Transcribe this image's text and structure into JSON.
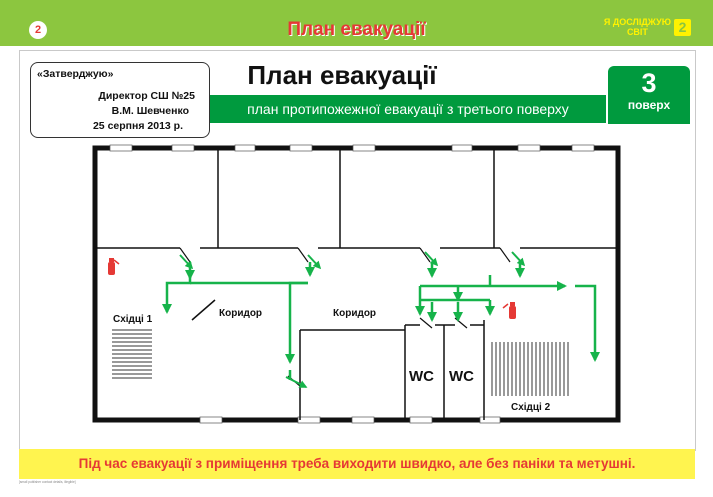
{
  "header": {
    "page_number": "2",
    "title": "План евакуації",
    "brand_text_line1": "Я ДОСЛІДЖУЮ",
    "brand_text_line2": "СВІТ",
    "brand_badge": "2"
  },
  "approval": {
    "line1": "«Затверджую»",
    "line2": "Директор СШ №25",
    "line3": "В.М. Шевченко",
    "line4": "25 серпня 2013 р."
  },
  "plan": {
    "title": "План евакуації",
    "subtitle": "план протипожежної евакуації з третього поверху",
    "floor_number": "3",
    "floor_label": "поверх",
    "labels": {
      "stairs1": "Східці 1",
      "stairs2": "Східці 2",
      "corridor1": "Коридор",
      "corridor2": "Коридор",
      "wc1": "WC",
      "wc2": "WC"
    }
  },
  "banner": {
    "text": "Під час евакуації з приміщення треба виходити швидко, але без паніки та метушні."
  },
  "footer": {
    "text": "[small publisher contact details, illegible]"
  },
  "colors": {
    "top_bar": "#8cc63f",
    "title_red": "#e53935",
    "plan_green": "#009a3e",
    "arrow_green": "#16b34a",
    "banner_yellow": "#fff44f"
  }
}
